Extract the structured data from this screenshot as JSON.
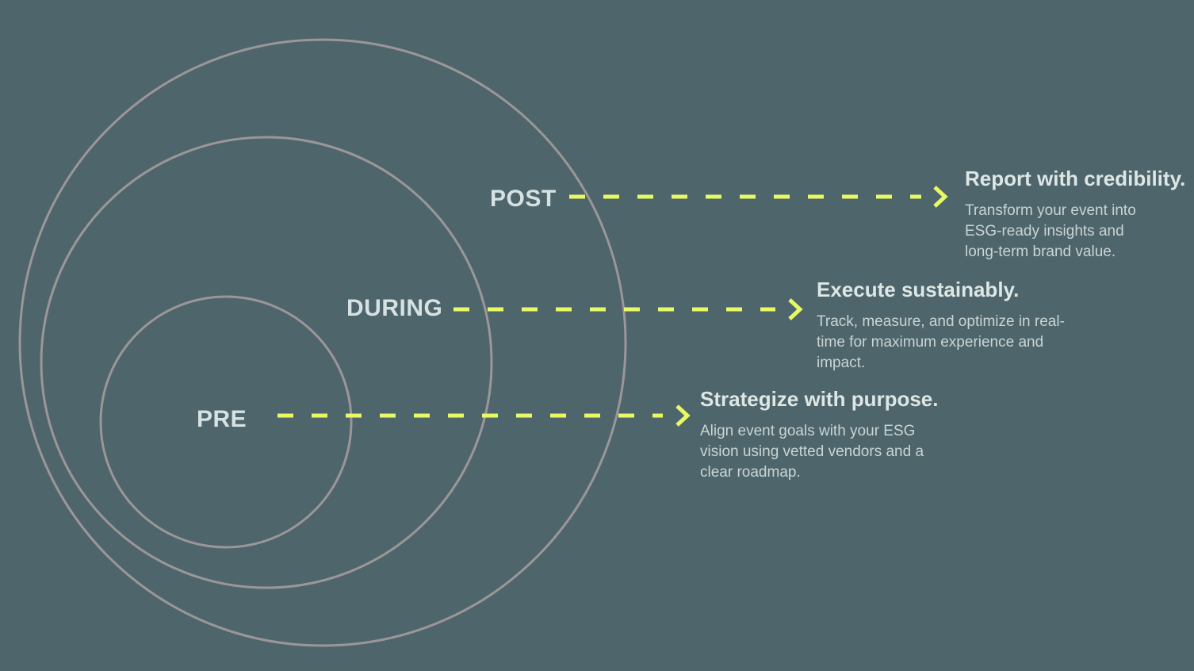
{
  "colors": {
    "background": "#4e656c",
    "ring": "#9b9698",
    "accent": "#e9f965",
    "label": "#d6e2e1",
    "heading": "#dde7e4",
    "body": "#c9d5d3"
  },
  "diagram": {
    "title": "Event lifecycle concentric rings: PRE, DURING, POST",
    "stages": [
      {
        "id": "pre",
        "label": "PRE",
        "heading": "Strategize with purpose.",
        "body_lines": [
          "Align event goals with your ESG",
          "vision using vetted vendors and a",
          "clear roadmap."
        ]
      },
      {
        "id": "during",
        "label": "DURING",
        "heading": "Execute sustainably.",
        "body_lines": [
          "Track, measure, and optimize in real-",
          "time for maximum experience and",
          "impact."
        ]
      },
      {
        "id": "post",
        "label": "POST",
        "heading": "Report with credibility.",
        "body_lines": [
          "Transform your event into",
          "ESG-ready insights and",
          "long-term brand value."
        ]
      }
    ]
  }
}
